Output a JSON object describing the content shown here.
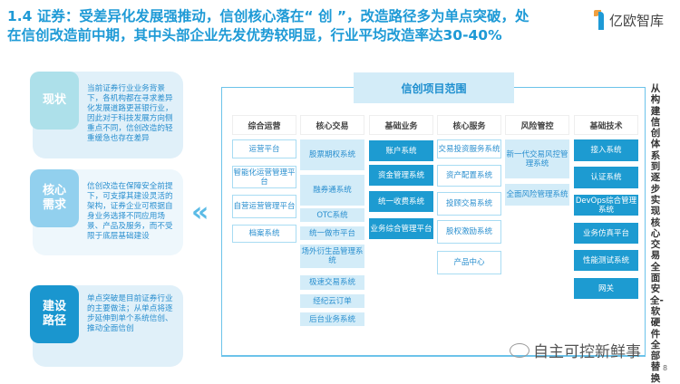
{
  "title": "1.4 证券：受差异化发展强推动，信创核心落在“ 创 ”，改造路径多为单点突破，处在信创改造前中期，其中头部企业先发优势较明显，行业平均改造率达30-40%",
  "logo_text": "亿欧智库",
  "cards": [
    {
      "label": "现状",
      "text": "当前证券行业业务背景下，各机构都在寻求差异化发展道路更甚银行业，因此对于科技发展方向侧重点不同，信创改造的轻重缓急也存在差异"
    },
    {
      "label": "核心需求",
      "text": "信创改造在保障安全前提下，可支撑其建设灵活的架构，证券企业可根据自身业务选择不同应用场景、产品及服务，而不受限于底层基础建设"
    },
    {
      "label": "建设路径",
      "text": "单点突破是目前证券行业的主要做法；从单点将逐步延伸到单个系统信创、推动全面信创"
    }
  ],
  "scope_title": "信创项目范围",
  "columns": [
    {
      "header": "综合运营",
      "items": [
        "运营平台",
        "智能化运营管理平台",
        "自营运营管理平台",
        "档案系统"
      ]
    },
    {
      "header": "核心交易",
      "items": [
        "股票期权系统",
        "融券通系统",
        "OTC系统",
        "统一做市平台",
        "场外衍生品管理系统",
        "极速交易系统",
        "经纪云订单",
        "后台业务系统"
      ]
    },
    {
      "header": "基础业务",
      "items": [
        "账户系统",
        "资金管理系统",
        "统一收费系统",
        "业务综合管理平台"
      ]
    },
    {
      "header": "核心服务",
      "items": [
        "交易投资服务系统",
        "资产配置系统",
        "投顾交易系统",
        "股权激励系统",
        "产品中心"
      ]
    },
    {
      "header": "风险管控",
      "items": [
        "新一代交易风控管理系统",
        "全面风险管理系统"
      ]
    },
    {
      "header": "基础技术",
      "items": [
        "接入系统",
        "认证系统",
        "DevOps综合管理系统",
        "业务仿真平台",
        "性能测试系统",
        "网关"
      ]
    }
  ],
  "side_note": "从构建信创体系到逐步实现核心交易全面安全-软硬件全部替换",
  "watermark": "自主可控新鲜事",
  "page_number": "8",
  "colors": {
    "accent": "#1e9ad6",
    "dark_box": "#1d9bd1",
    "light_box": "#d3ecf8"
  }
}
